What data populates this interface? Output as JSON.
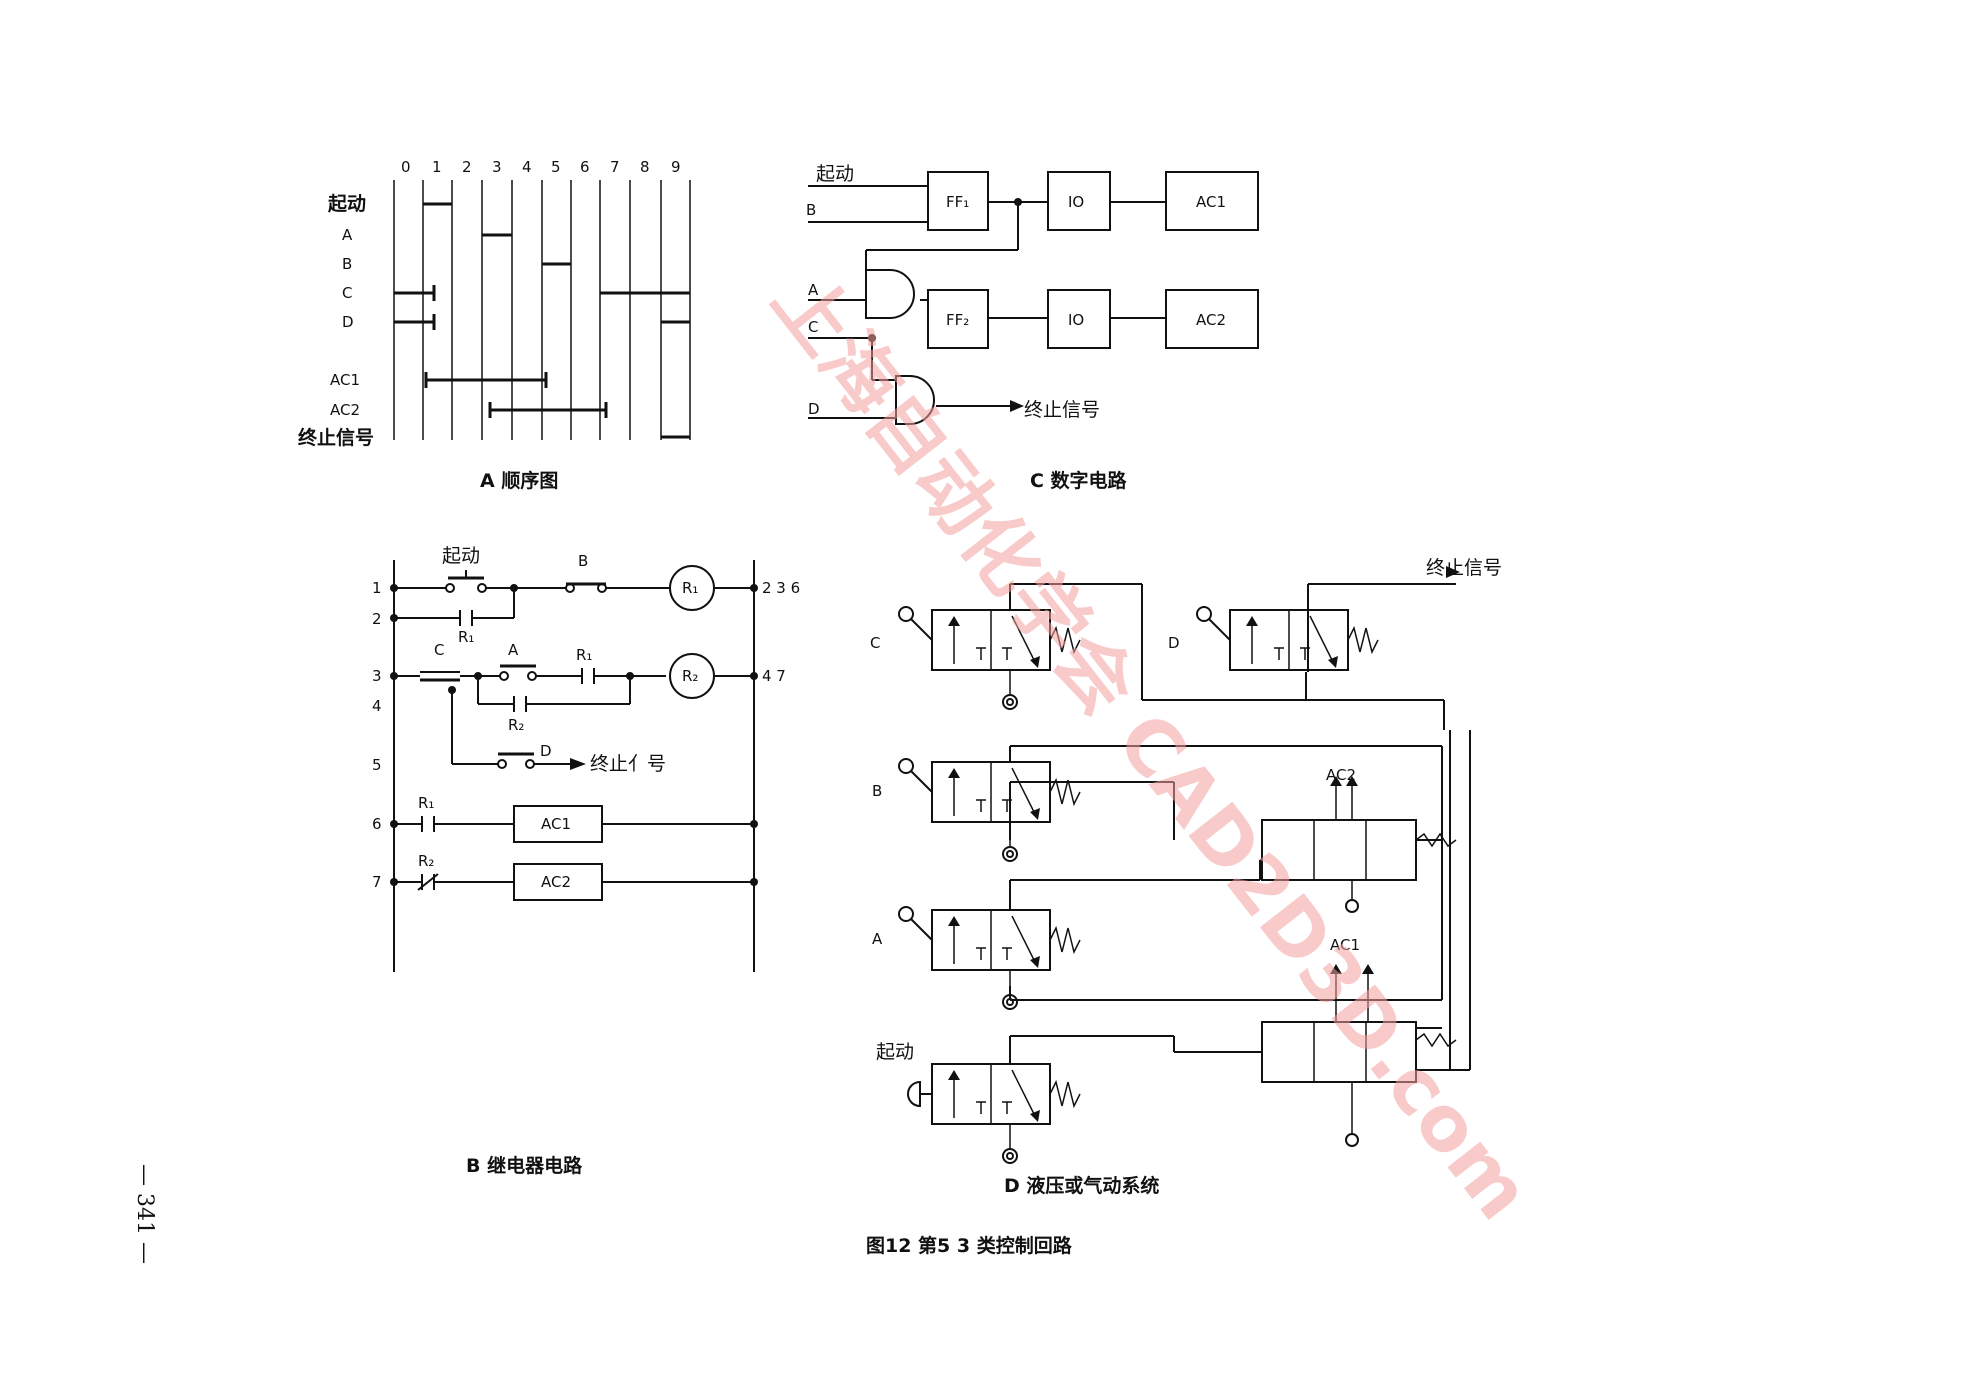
{
  "diagram_a": {
    "columns": [
      "0",
      "1",
      "2",
      "3",
      "4",
      "5",
      "6",
      "7",
      "8",
      "9"
    ],
    "rows": [
      "起动",
      "A",
      "B",
      "C",
      "D",
      "AC1",
      "AC2",
      "终止信号"
    ],
    "caption": "A  顺序图"
  },
  "diagram_b": {
    "line_numbers": [
      "1",
      "2",
      "3",
      "4",
      "5",
      "6",
      "7"
    ],
    "start_label": "起动",
    "b_label": "B",
    "r1_label": "R₁",
    "r1_coil": "R₁",
    "r1_contacts": "2 3 6",
    "c_label": "C",
    "a_label": "A",
    "r2_label": "R₂",
    "r2_coil": "R₂",
    "r2_contacts": "4 7",
    "d_label": "D",
    "end_signal": "终止亻号",
    "ac1": "AC1",
    "ac2": "AC2",
    "caption": "B  继电器电路"
  },
  "diagram_c": {
    "inputs": [
      "起动",
      "B",
      "A",
      "C",
      "D"
    ],
    "ff1": "FF₁",
    "ff2": "FF₂",
    "io": "IO",
    "ac1": "AC1",
    "ac2": "AC2",
    "end_signal": "终止信号",
    "caption": "C  数字电路"
  },
  "diagram_d": {
    "valve_labels": [
      "C",
      "D",
      "B",
      "A",
      "起动"
    ],
    "ac1": "AC1",
    "ac2": "AC2",
    "end_signal": "终止信号",
    "caption": "D  液压或气动系统"
  },
  "figure_caption": "图12   第5   3 类控制回路",
  "page_number": "— 341 —",
  "watermark": "上海自动化学会 CAD2D3D.com"
}
